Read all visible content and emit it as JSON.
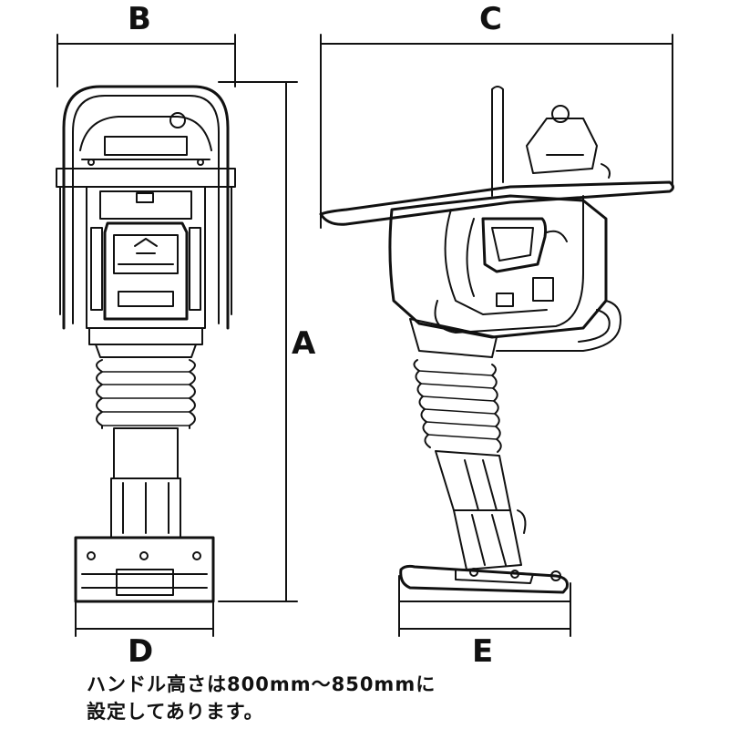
{
  "labels": {
    "A": "A",
    "B": "B",
    "C": "C",
    "D": "D",
    "E": "E"
  },
  "note": {
    "line1": "ハンドル高さは800mm～850mmに",
    "line2": "設定してあります。"
  }
}
